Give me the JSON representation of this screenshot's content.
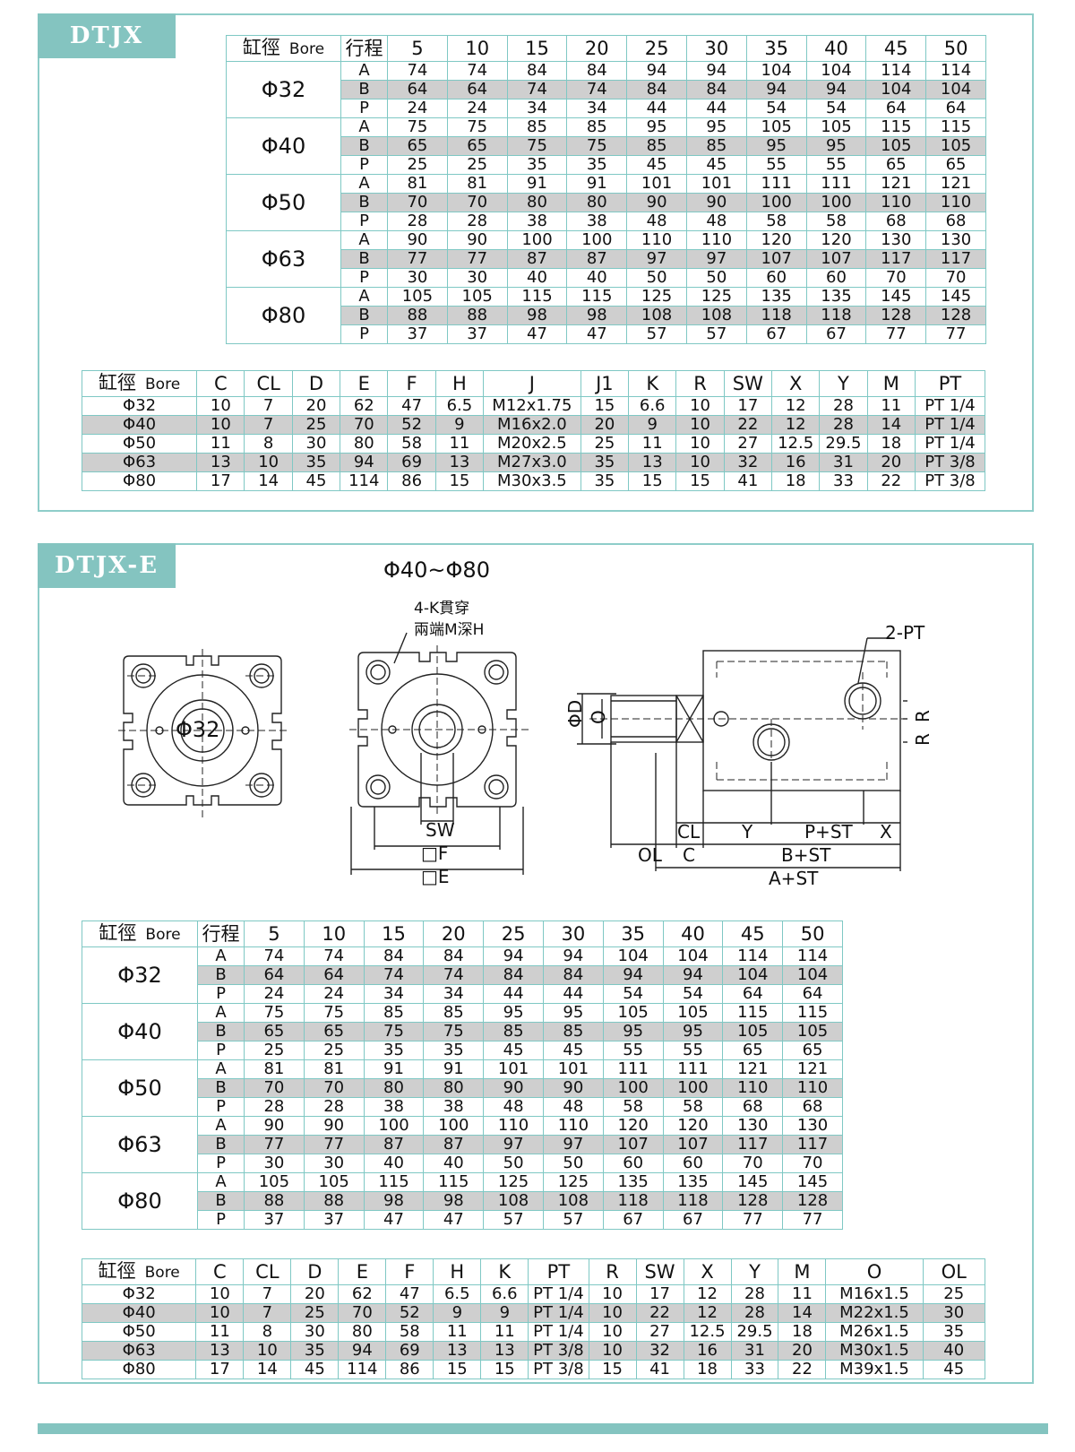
{
  "section1": {
    "tab_label": "DTJX",
    "stroke_table": {
      "header": {
        "bore_cn": "缸徑",
        "bore_en": "Bore",
        "stroke": "行程"
      },
      "strokes": [
        "5",
        "10",
        "15",
        "20",
        "25",
        "30",
        "35",
        "40",
        "45",
        "50"
      ],
      "bores": [
        {
          "bore": "Φ32",
          "rows": [
            {
              "label": "A",
              "values": [
                "74",
                "74",
                "84",
                "84",
                "94",
                "94",
                "104",
                "104",
                "114",
                "114"
              ]
            },
            {
              "label": "B",
              "values": [
                "64",
                "64",
                "74",
                "74",
                "84",
                "84",
                "94",
                "94",
                "104",
                "104"
              ]
            },
            {
              "label": "P",
              "values": [
                "24",
                "24",
                "34",
                "34",
                "44",
                "44",
                "54",
                "54",
                "64",
                "64"
              ]
            }
          ]
        },
        {
          "bore": "Φ40",
          "rows": [
            {
              "label": "A",
              "values": [
                "75",
                "75",
                "85",
                "85",
                "95",
                "95",
                "105",
                "105",
                "115",
                "115"
              ]
            },
            {
              "label": "B",
              "values": [
                "65",
                "65",
                "75",
                "75",
                "85",
                "85",
                "95",
                "95",
                "105",
                "105"
              ]
            },
            {
              "label": "P",
              "values": [
                "25",
                "25",
                "35",
                "35",
                "45",
                "45",
                "55",
                "55",
                "65",
                "65"
              ]
            }
          ]
        },
        {
          "bore": "Φ50",
          "rows": [
            {
              "label": "A",
              "values": [
                "81",
                "81",
                "91",
                "91",
                "101",
                "101",
                "111",
                "111",
                "121",
                "121"
              ]
            },
            {
              "label": "B",
              "values": [
                "70",
                "70",
                "80",
                "80",
                "90",
                "90",
                "100",
                "100",
                "110",
                "110"
              ]
            },
            {
              "label": "P",
              "values": [
                "28",
                "28",
                "38",
                "38",
                "48",
                "48",
                "58",
                "58",
                "68",
                "68"
              ]
            }
          ]
        },
        {
          "bore": "Φ63",
          "rows": [
            {
              "label": "A",
              "values": [
                "90",
                "90",
                "100",
                "100",
                "110",
                "110",
                "120",
                "120",
                "130",
                "130"
              ]
            },
            {
              "label": "B",
              "values": [
                "77",
                "77",
                "87",
                "87",
                "97",
                "97",
                "107",
                "107",
                "117",
                "117"
              ]
            },
            {
              "label": "P",
              "values": [
                "30",
                "30",
                "40",
                "40",
                "50",
                "50",
                "60",
                "60",
                "70",
                "70"
              ]
            }
          ]
        },
        {
          "bore": "Φ80",
          "rows": [
            {
              "label": "A",
              "values": [
                "105",
                "105",
                "115",
                "115",
                "125",
                "125",
                "135",
                "135",
                "145",
                "145"
              ]
            },
            {
              "label": "B",
              "values": [
                "88",
                "88",
                "98",
                "98",
                "108",
                "108",
                "118",
                "118",
                "128",
                "128"
              ]
            },
            {
              "label": "P",
              "values": [
                "37",
                "37",
                "47",
                "47",
                "57",
                "57",
                "67",
                "67",
                "77",
                "77"
              ]
            }
          ]
        }
      ]
    },
    "dim_table": {
      "header_cn": "缸徑",
      "header_en": "Bore",
      "columns": [
        "C",
        "CL",
        "D",
        "E",
        "F",
        "H",
        "J",
        "J1",
        "K",
        "R",
        "SW",
        "X",
        "Y",
        "M",
        "PT"
      ],
      "rows": [
        {
          "bore": "Φ32",
          "values": [
            "10",
            "7",
            "20",
            "62",
            "47",
            "6.5",
            "M12x1.75",
            "15",
            "6.6",
            "10",
            "17",
            "12",
            "28",
            "11",
            "PT 1/4"
          ]
        },
        {
          "bore": "Φ40",
          "values": [
            "10",
            "7",
            "25",
            "70",
            "52",
            "9",
            "M16x2.0",
            "20",
            "9",
            "10",
            "22",
            "12",
            "28",
            "14",
            "PT 1/4"
          ]
        },
        {
          "bore": "Φ50",
          "values": [
            "11",
            "8",
            "30",
            "80",
            "58",
            "11",
            "M20x2.5",
            "25",
            "11",
            "10",
            "27",
            "12.5",
            "29.5",
            "18",
            "PT 1/4"
          ]
        },
        {
          "bore": "Φ63",
          "values": [
            "13",
            "10",
            "35",
            "94",
            "69",
            "13",
            "M27x3.0",
            "35",
            "13",
            "10",
            "32",
            "16",
            "31",
            "20",
            "PT 3/8"
          ]
        },
        {
          "bore": "Φ80",
          "values": [
            "17",
            "14",
            "45",
            "114",
            "86",
            "15",
            "M30x3.5",
            "35",
            "15",
            "15",
            "41",
            "18",
            "33",
            "22",
            "PT 3/8"
          ]
        }
      ]
    }
  },
  "section2": {
    "tab_label": "DTJX-E",
    "drawing": {
      "range_title": "Φ40~Φ80",
      "small_view_label": "Φ32",
      "note_line1": "4-K貫穿",
      "note_line2": "兩端M深H",
      "label_2pt": "2-PT",
      "label_sw": "SW",
      "label_f": "□F",
      "label_e": "□E",
      "label_phid": "ΦD",
      "label_o": "O",
      "label_r1": "R",
      "label_r2": "R",
      "label_cl": "CL",
      "label_y": "Y",
      "label_pst": "P+ST",
      "label_x": "X",
      "label_ol": "OL",
      "label_c": "C",
      "label_bst": "B+ST",
      "label_ast": "A+ST"
    },
    "stroke_table": {
      "header": {
        "bore_cn": "缸徑",
        "bore_en": "Bore",
        "stroke": "行程"
      },
      "strokes": [
        "5",
        "10",
        "15",
        "20",
        "25",
        "30",
        "35",
        "40",
        "45",
        "50"
      ],
      "bores": [
        {
          "bore": "Φ32",
          "rows": [
            {
              "label": "A",
              "values": [
                "74",
                "74",
                "84",
                "84",
                "94",
                "94",
                "104",
                "104",
                "114",
                "114"
              ]
            },
            {
              "label": "B",
              "values": [
                "64",
                "64",
                "74",
                "74",
                "84",
                "84",
                "94",
                "94",
                "104",
                "104"
              ]
            },
            {
              "label": "P",
              "values": [
                "24",
                "24",
                "34",
                "34",
                "44",
                "44",
                "54",
                "54",
                "64",
                "64"
              ]
            }
          ]
        },
        {
          "bore": "Φ40",
          "rows": [
            {
              "label": "A",
              "values": [
                "75",
                "75",
                "85",
                "85",
                "95",
                "95",
                "105",
                "105",
                "115",
                "115"
              ]
            },
            {
              "label": "B",
              "values": [
                "65",
                "65",
                "75",
                "75",
                "85",
                "85",
                "95",
                "95",
                "105",
                "105"
              ]
            },
            {
              "label": "P",
              "values": [
                "25",
                "25",
                "35",
                "35",
                "45",
                "45",
                "55",
                "55",
                "65",
                "65"
              ]
            }
          ]
        },
        {
          "bore": "Φ50",
          "rows": [
            {
              "label": "A",
              "values": [
                "81",
                "81",
                "91",
                "91",
                "101",
                "101",
                "111",
                "111",
                "121",
                "121"
              ]
            },
            {
              "label": "B",
              "values": [
                "70",
                "70",
                "80",
                "80",
                "90",
                "90",
                "100",
                "100",
                "110",
                "110"
              ]
            },
            {
              "label": "P",
              "values": [
                "28",
                "28",
                "38",
                "38",
                "48",
                "48",
                "58",
                "58",
                "68",
                "68"
              ]
            }
          ]
        },
        {
          "bore": "Φ63",
          "rows": [
            {
              "label": "A",
              "values": [
                "90",
                "90",
                "100",
                "100",
                "110",
                "110",
                "120",
                "120",
                "130",
                "130"
              ]
            },
            {
              "label": "B",
              "values": [
                "77",
                "77",
                "87",
                "87",
                "97",
                "97",
                "107",
                "107",
                "117",
                "117"
              ]
            },
            {
              "label": "P",
              "values": [
                "30",
                "30",
                "40",
                "40",
                "50",
                "50",
                "60",
                "60",
                "70",
                "70"
              ]
            }
          ]
        },
        {
          "bore": "Φ80",
          "rows": [
            {
              "label": "A",
              "values": [
                "105",
                "105",
                "115",
                "115",
                "125",
                "125",
                "135",
                "135",
                "145",
                "145"
              ]
            },
            {
              "label": "B",
              "values": [
                "88",
                "88",
                "98",
                "98",
                "108",
                "108",
                "118",
                "118",
                "128",
                "128"
              ]
            },
            {
              "label": "P",
              "values": [
                "37",
                "37",
                "47",
                "47",
                "57",
                "57",
                "67",
                "67",
                "77",
                "77"
              ]
            }
          ]
        }
      ]
    },
    "dim_table": {
      "header_cn": "缸徑",
      "header_en": "Bore",
      "columns": [
        "C",
        "CL",
        "D",
        "E",
        "F",
        "H",
        "K",
        "PT",
        "R",
        "SW",
        "X",
        "Y",
        "M",
        "O",
        "OL"
      ],
      "rows": [
        {
          "bore": "Φ32",
          "values": [
            "10",
            "7",
            "20",
            "62",
            "47",
            "6.5",
            "6.6",
            "PT 1/4",
            "10",
            "17",
            "12",
            "28",
            "11",
            "M16x1.5",
            "25"
          ]
        },
        {
          "bore": "Φ40",
          "values": [
            "10",
            "7",
            "25",
            "70",
            "52",
            "9",
            "9",
            "PT 1/4",
            "10",
            "22",
            "12",
            "28",
            "14",
            "M22x1.5",
            "30"
          ]
        },
        {
          "bore": "Φ50",
          "values": [
            "11",
            "8",
            "30",
            "80",
            "58",
            "11",
            "11",
            "PT 1/4",
            "10",
            "27",
            "12.5",
            "29.5",
            "18",
            "M26x1.5",
            "35"
          ]
        },
        {
          "bore": "Φ63",
          "values": [
            "13",
            "10",
            "35",
            "94",
            "69",
            "13",
            "13",
            "PT 3/8",
            "10",
            "32",
            "16",
            "31",
            "20",
            "M30x1.5",
            "40"
          ]
        },
        {
          "bore": "Φ80",
          "values": [
            "17",
            "14",
            "45",
            "114",
            "86",
            "15",
            "15",
            "PT 3/8",
            "15",
            "41",
            "18",
            "33",
            "22",
            "M39x1.5",
            "45"
          ]
        }
      ]
    }
  }
}
